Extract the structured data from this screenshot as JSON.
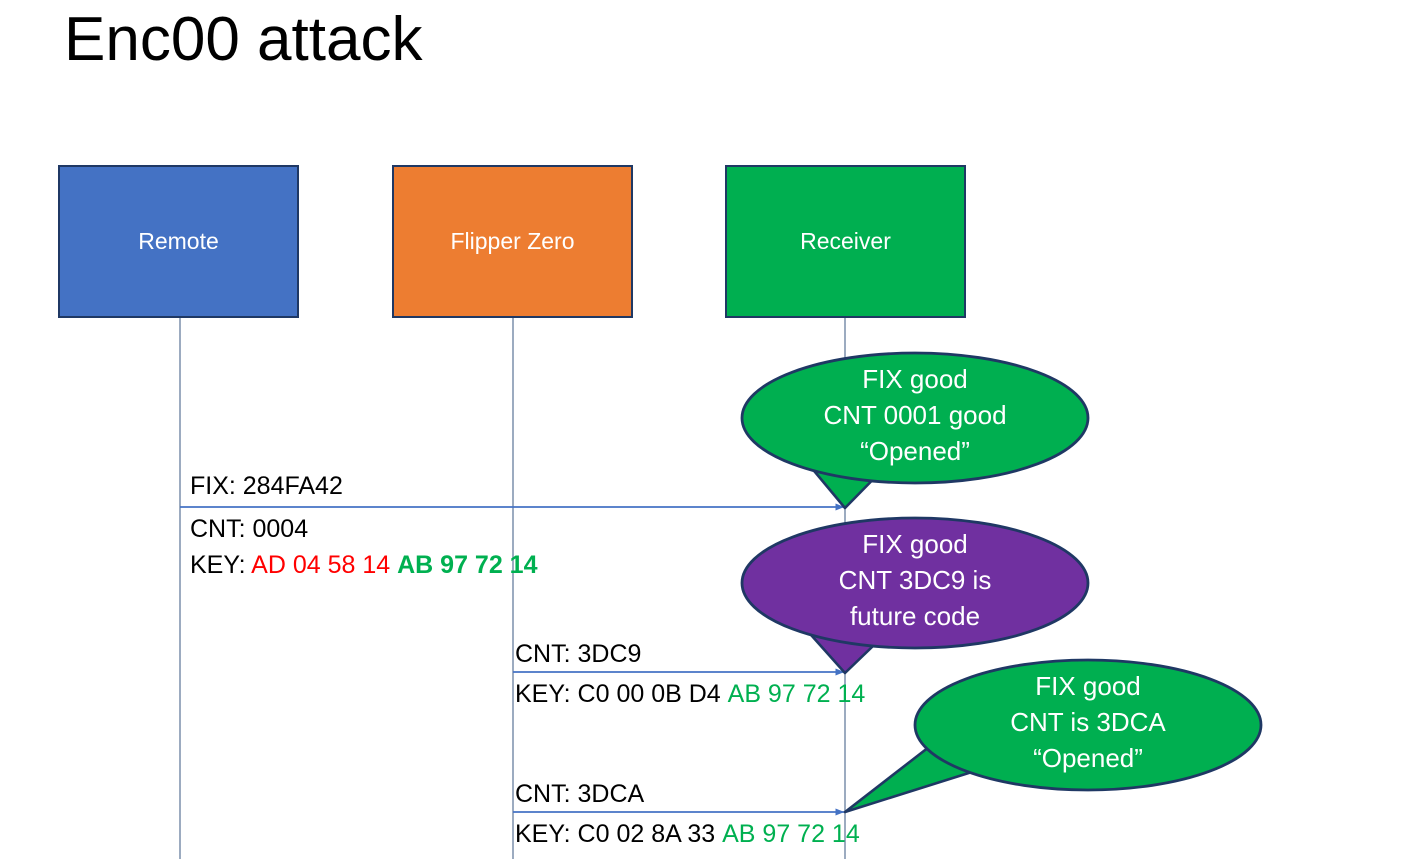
{
  "slide": {
    "title": "Enc00 attack",
    "background": "#ffffff"
  },
  "colors": {
    "remote_blue": "#4472C4",
    "flipper_orange": "#ED7D31",
    "receiver_green": "#00AF50",
    "bubble_purple": "#7030A0",
    "bubble_green": "#00AF50",
    "hex_red": "#FF0000",
    "hex_green": "#00B050",
    "line_blue": "#4472C4",
    "outline_navy": "#1F3864"
  },
  "actors": [
    {
      "name": "remote",
      "label": "Remote",
      "color": "#4472C4"
    },
    {
      "name": "flipper",
      "label": "Flipper Zero",
      "color": "#ED7D31"
    },
    {
      "name": "receiver",
      "label": "Receiver",
      "color": "#00AF50"
    }
  ],
  "messages": [
    {
      "id": "m1",
      "from": "remote",
      "to": "receiver",
      "lines": [
        {
          "label": "FIX: 284FA42"
        },
        {
          "label": "CNT: 0004"
        },
        {
          "prefix": "KEY: ",
          "hex_red": "AD 04 58 14",
          "hex_green": "AB 97 72 14"
        }
      ]
    },
    {
      "id": "m2",
      "from": "flipper",
      "to": "receiver",
      "lines": [
        {
          "label": "CNT: 3DC9"
        },
        {
          "prefix": "KEY: ",
          "hex_black": "C0 00 0B D4",
          "hex_green": "AB 97 72 14"
        }
      ]
    },
    {
      "id": "m3",
      "from": "flipper",
      "to": "receiver",
      "lines": [
        {
          "label": "CNT: 3DCA"
        },
        {
          "prefix": "KEY: ",
          "hex_black": "C0 02 8A 33",
          "hex_green": "AB 97 72 14"
        }
      ]
    }
  ],
  "callouts": [
    {
      "id": "c1",
      "color": "#00AF50",
      "line1": "FIX good",
      "line2": "CNT 0001 good",
      "line3": "“Opened”"
    },
    {
      "id": "c2",
      "color": "#7030A0",
      "line1": "FIX good",
      "line2": "CNT 3DC9 is",
      "line3": "future code"
    },
    {
      "id": "c3",
      "color": "#00AF50",
      "line1": "FIX good",
      "line2": "CNT is 3DCA",
      "line3": "“Opened”"
    }
  ]
}
